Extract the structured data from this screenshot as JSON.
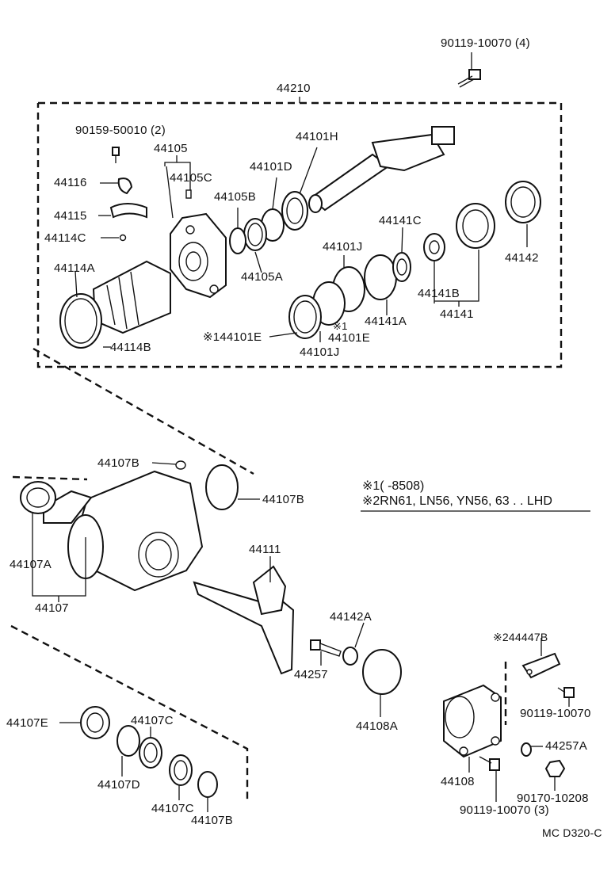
{
  "labels": {
    "p90119_10070_4": "90119-10070 (4)",
    "p44210": "44210",
    "p90159_50010_2": "90159-50010 (2)",
    "p44105": "44105",
    "p44116": "44116",
    "p44105C": "44105C",
    "p44115": "44115",
    "p44114C": "44114C",
    "p44105B": "44105B",
    "p44101H": "44101H",
    "p44101D": "44101D",
    "p44141C": "44141C",
    "p44101J_top": "44101J",
    "p44105A": "44105A",
    "p44141B": "44141B",
    "p44142_top": "44142",
    "p44114A": "44114A",
    "p44141": "44141",
    "p44141A": "44141A",
    "p44101E_mark1": "※1",
    "p44101E_left": "※144101E",
    "p44101E_right": "44101E",
    "p44114B": "44114B",
    "p44101J_bottom": "44101J",
    "p44107B_a": "44107B",
    "p44107B_b": "44107B",
    "p44107A": "44107A",
    "p44107": "44107",
    "p44111": "44111",
    "p44142A": "44142A",
    "p44257": "44257",
    "p44447B": "※244447B",
    "p90119_10070_a": "90119-10070",
    "p44108A": "44108A",
    "p44107E": "44107E",
    "p44107C_a": "44107C",
    "p44107D": "44107D",
    "p44107C_b": "44107C",
    "p44107B_c": "44107B",
    "p44257A": "44257A",
    "p44108": "44108",
    "p90170_10208": "90170-10208",
    "p90119_10070_3": "90119-10070 (3)"
  },
  "notes": {
    "note1": "※1(       -8508)",
    "note2": "※2RN61, LN56, YN56, 63 . . LHD"
  },
  "code": "MC D320-C"
}
